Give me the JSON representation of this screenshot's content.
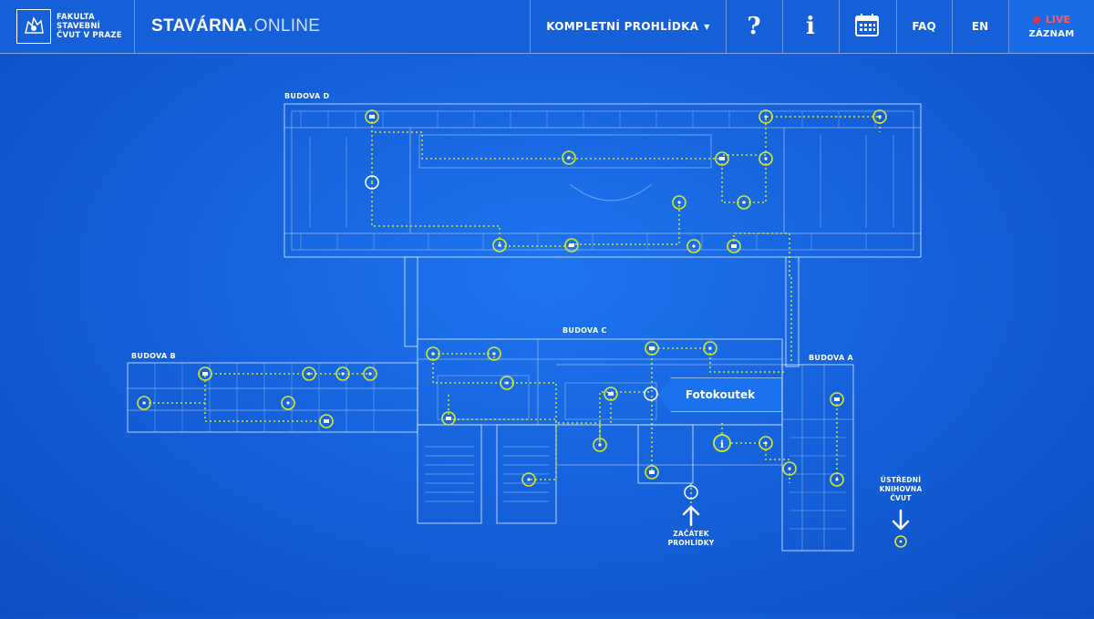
{
  "header": {
    "logo_lines": [
      "FAKULTA",
      "STAVEBNÍ",
      "ČVUT V PRAZE"
    ],
    "brand_bold": "STAVÁRNA",
    "brand_dot": ".",
    "brand_light": "ONLINE",
    "menu_label": "KOMPLETNÍ PROHLÍDKA",
    "help_glyph": "?",
    "info_glyph": "i",
    "faq_label": "FAQ",
    "lang_label": "EN",
    "live_label": "LIVE",
    "record_label": "ZÁZNAM"
  },
  "map": {
    "buildings": {
      "d": "BUDOVA D",
      "c": "BUDOVA C",
      "b": "BUDOVA B",
      "a": "BUDOVA A"
    },
    "photo_booth_label": "Fotokoutek",
    "start_lines": [
      "ZAČÁTEK",
      "PROHLÍDKY"
    ],
    "library_lines": [
      "ÚSTŘEDNÍ",
      "KNIHOVNA",
      "ČVUT"
    ]
  },
  "colors": {
    "background": "#1562dc",
    "marker": "#d6e82a",
    "path": "#d6e82a",
    "live": "#e2334a",
    "brand_accent": "#3ed3c8"
  }
}
